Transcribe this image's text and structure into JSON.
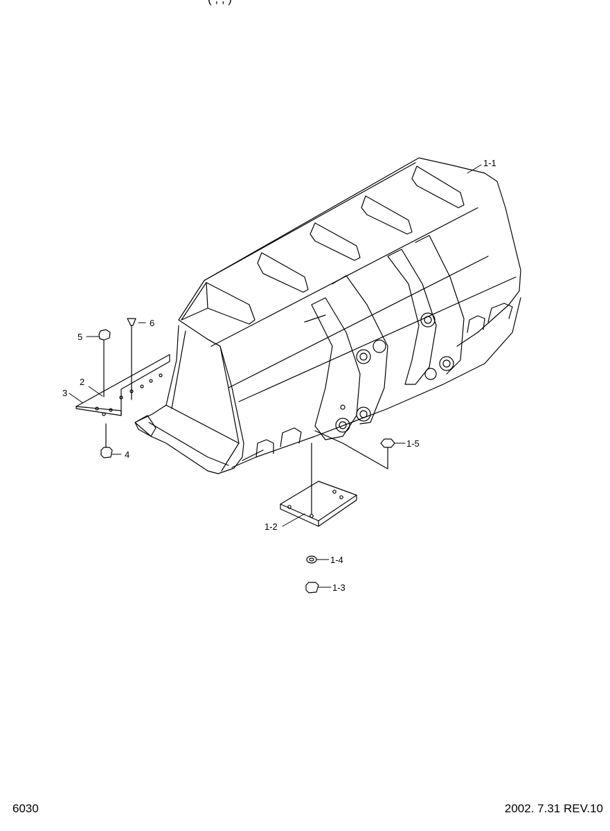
{
  "header_fragment": "(          ,         ,                              )",
  "labels": {
    "p1_1": "1-1",
    "p1_2": "1-2",
    "p1_3": "1-3",
    "p1_4": "1-4",
    "p1_5": "1-5",
    "p2": "2",
    "p3": "3",
    "p4": "4",
    "p5": "5",
    "p6": "6"
  },
  "footer": {
    "page_number": "6030",
    "date_revision": "2002. 7.31  REV.10"
  }
}
